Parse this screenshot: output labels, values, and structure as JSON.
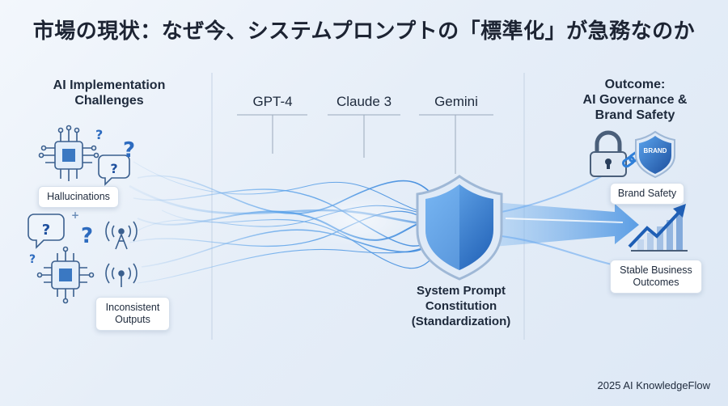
{
  "title": "市場の現状：なぜ今、システムプロンプトの「標準化」が急務なのか",
  "left": {
    "heading_line1": "AI Implementation",
    "heading_line2": "Challenges",
    "cards": [
      {
        "label": "Hallucinations"
      },
      {
        "label_line1": "Inconsistent",
        "label_line2": "Outputs"
      }
    ]
  },
  "models": [
    "GPT-4",
    "Claude 3",
    "Gemini"
  ],
  "center": {
    "line1": "System Prompt",
    "line2": "Constitution",
    "line3": "(Standardization)"
  },
  "right": {
    "heading_line1": "Outcome:",
    "heading_line2": "AI Governance &",
    "heading_line3": "Brand Safety",
    "brand_badge": "BRAND",
    "cards": [
      {
        "label": "Brand Safety"
      },
      {
        "label_line1": "Stable Business",
        "label_line2": "Outcomes"
      }
    ]
  },
  "footer": "2025 AI KnowledgeFlow",
  "colors": {
    "accent": "#2f7fd8",
    "shield_dark": "#1f5fb5",
    "icon_blue": "#3a78c2",
    "text": "#1e2a3c"
  },
  "icons": [
    "chip-icon",
    "question-icon",
    "speech-bubble-icon",
    "antenna-icon",
    "lock-icon",
    "link-icon",
    "shield-icon",
    "growth-chart-icon"
  ]
}
